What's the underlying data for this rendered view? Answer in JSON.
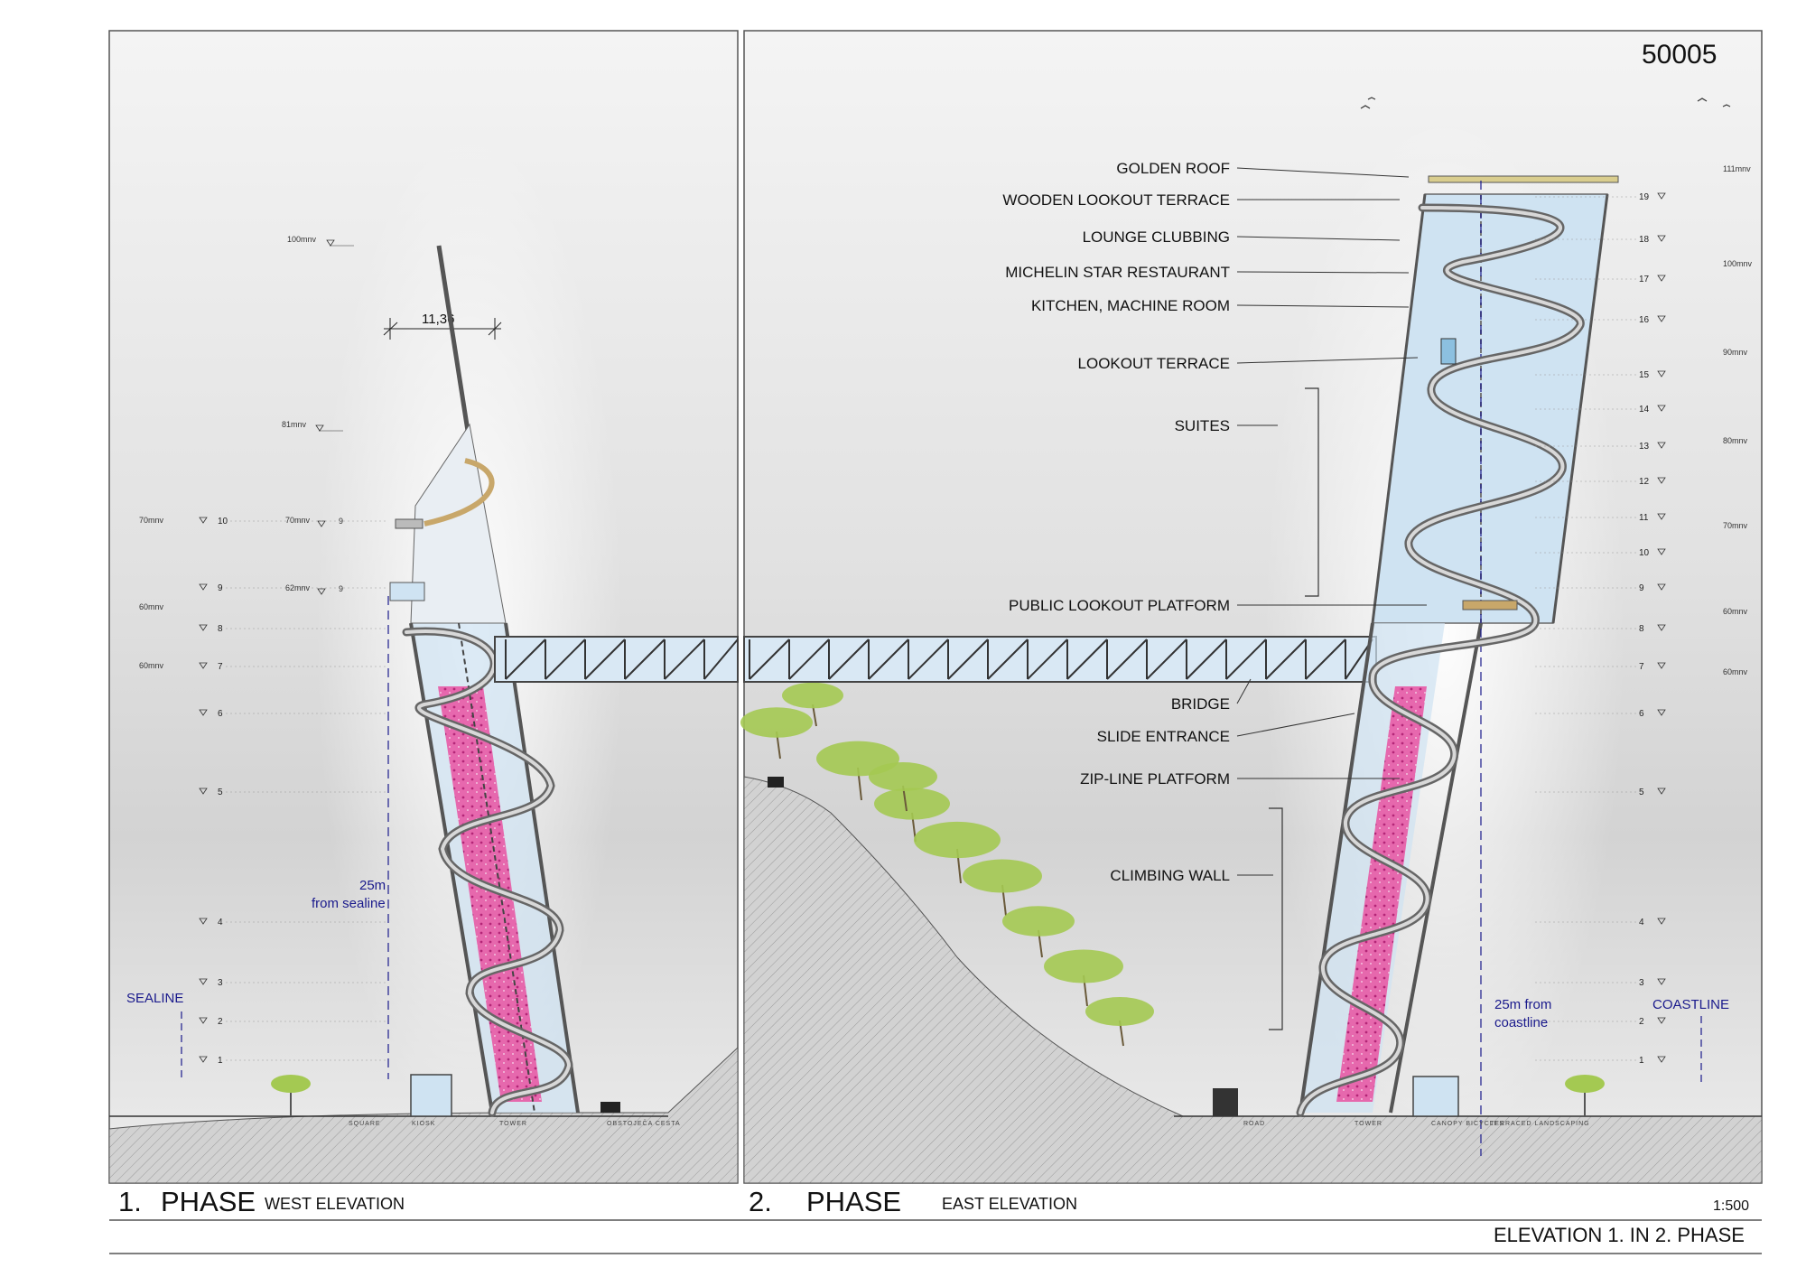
{
  "sheet_number": "50005",
  "title": "ELEVATION 1. IN 2. PHASE",
  "scale": "1:500",
  "phase1": {
    "number": "1.",
    "phase_word": "PHASE",
    "subtitle": "WEST ELEVATION",
    "dimension": "11,36",
    "heights": [
      "100mnv",
      "81mnv",
      "70mnv",
      "62mnv"
    ],
    "distance_line1": "25m",
    "distance_line2": "from sealine",
    "sealine": "SEALINE",
    "ground_labels": [
      "SQUARE",
      "KIOSK",
      "TOWER",
      "OBSTOJEČA CESTA"
    ]
  },
  "phase2": {
    "number": "2.",
    "phase_word": "PHASE",
    "subtitle": "EAST ELEVATION",
    "labels": [
      "GOLDEN ROOF",
      "WOODEN LOOKOUT TERRACE",
      "LOUNGE CLUBBING",
      "MICHELIN STAR RESTAURANT",
      "KITCHEN, MACHINE ROOM",
      "LOOKOUT TERRACE",
      "SUITES",
      "PUBLIC LOOKOUT PLATFORM",
      "BRIDGE",
      "SLIDE ENTRANCE",
      "ZIP-LINE PLATFORM",
      "CLIMBING WALL"
    ],
    "distance_line1": "25m from",
    "distance_line2": "coastline",
    "coastline": "COASTLINE",
    "ground_labels": [
      "ROAD",
      "TOWER",
      "CANOPY BICYCLES",
      "TERRACED LANDSCAPING"
    ],
    "right_heights": [
      "111mnv",
      "100mnv",
      "90mnv",
      "80mnv",
      "70mnv",
      "60mnv",
      "60mnv"
    ]
  },
  "floor_numbers_left": [
    "10",
    "9",
    "8",
    "7",
    "6",
    "5",
    "4",
    "3",
    "2",
    "1"
  ],
  "floor_numbers_right": [
    "19",
    "18",
    "17",
    "16",
    "15",
    "14",
    "13",
    "12",
    "11",
    "10",
    "9",
    "8",
    "7",
    "6",
    "5",
    "4",
    "3",
    "2",
    "1"
  ],
  "left_margin_heights": [
    "70mnv",
    "60mnv",
    "60mnv"
  ],
  "colors": {
    "frame": "#555555",
    "sky": "#dcdcdc",
    "glass": "#cfe3f2",
    "climbing": "#e0348c",
    "wood": "#c8a76a",
    "tree": "#a4c952",
    "ground": "#bdbdbd",
    "annotation_blue": "#1a1a8c"
  }
}
